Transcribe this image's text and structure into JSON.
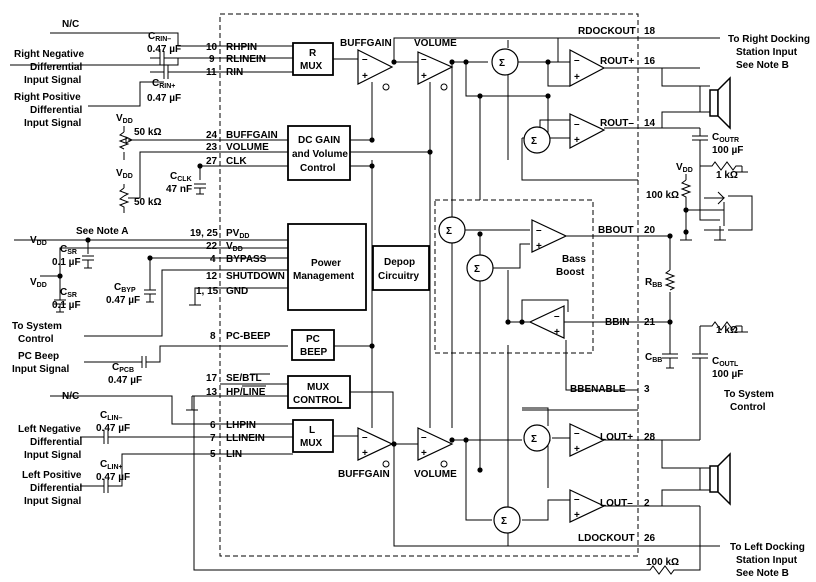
{
  "left": {
    "nc_top": "N/C",
    "crin_neg": "C",
    "crin_neg_sub": "RIN–",
    "crin_neg_val": "0.47 µF",
    "right_neg": [
      "Right Negative",
      "Differential",
      "Input Signal"
    ],
    "crin_pos": "C",
    "crin_pos_sub": "RIN+",
    "crin_pos_val": "0.47 µF",
    "right_pos": [
      "Right Positive",
      "Differential",
      "Input Signal"
    ],
    "vdd": "V",
    "vdd_sub": "DD",
    "pot1_val": "50 kΩ",
    "pot2_val": "50 kΩ",
    "cclk": "C",
    "cclk_sub": "CLK",
    "cclk_val": "47 nF",
    "see_note_a": "See Note A",
    "csr": "C",
    "csr_sub": "SR",
    "csr_val": "0.1 µF",
    "cbyp": "C",
    "cbyp_sub": "BYP",
    "cbyp_val": "0.47 µF",
    "to_system_control": [
      "To System",
      "Control"
    ],
    "pc_beep_input": [
      "PC Beep",
      "Input Signal"
    ],
    "cpcb": "C",
    "cpcb_sub": "PCB",
    "cpcb_val": "0.47 µF",
    "nc_bottom": "N/C",
    "clin_neg": "C",
    "clin_neg_sub": "LIN–",
    "clin_neg_val": "0.47 µF",
    "left_neg": [
      "Left Negative",
      "Differential",
      "Input Signal"
    ],
    "clin_pos": "C",
    "clin_pos_sub": "LIN+",
    "clin_pos_val": "0.47 µF",
    "left_pos": [
      "Left Positive",
      "Differential",
      "Input Signal"
    ]
  },
  "pins": [
    {
      "num": "10",
      "name": "RHPIN"
    },
    {
      "num": "9",
      "name": "RLINEIN"
    },
    {
      "num": "11",
      "name": "RIN"
    },
    {
      "num": "24",
      "name": "BUFFGAIN"
    },
    {
      "num": "23",
      "name": "VOLUME"
    },
    {
      "num": "27",
      "name": "CLK"
    },
    {
      "num": "19, 25",
      "name": "PV",
      "sub": "DD"
    },
    {
      "num": "22",
      "name": "V",
      "sub": "DD"
    },
    {
      "num": "4",
      "name": "BYPASS"
    },
    {
      "num": "12",
      "name": "SHUTDOWN"
    },
    {
      "num": "1, 15",
      "name": "GND"
    },
    {
      "num": "8",
      "name": "PC-BEEP"
    },
    {
      "num": "17",
      "name": "SE/BTL"
    },
    {
      "num": "13",
      "name": "HP/LINE"
    },
    {
      "num": "6",
      "name": "LHPIN"
    },
    {
      "num": "7",
      "name": "LLINEIN"
    },
    {
      "num": "5",
      "name": "LIN"
    }
  ],
  "right_pins": {
    "rdockout": "RDOCKOUT",
    "rdockout_num": "18",
    "rout_pos": "ROUT+",
    "rout_pos_num": "16",
    "rout_neg": "ROUT–",
    "rout_neg_num": "14",
    "bbout": "BBOUT",
    "bbout_num": "20",
    "bbin": "BBIN",
    "bbin_num": "21",
    "bbenable": "BBENABLE",
    "bbenable_num": "3",
    "lout_pos": "LOUT+",
    "lout_pos_num": "28",
    "lout_neg": "LOUT–",
    "lout_neg_num": "2",
    "ldockout": "LDOCKOUT",
    "ldockout_num": "26"
  },
  "blocks": {
    "r_mux": [
      "R",
      "MUX"
    ],
    "dc_gain": [
      "DC GAIN",
      "and Volume",
      "Control"
    ],
    "power": [
      "Power",
      "Management"
    ],
    "depop": [
      "Depop",
      "Circuitry"
    ],
    "pc_beep": [
      "PC",
      "BEEP"
    ],
    "mux_control": [
      "MUX",
      "CONTROL"
    ],
    "l_mux": [
      "L",
      "MUX"
    ],
    "buffgain_top": "BUFFGAIN",
    "volume_top": "VOLUME",
    "buffgain_bottom": "BUFFGAIN",
    "volume_bottom": "VOLUME",
    "bass_boost": [
      "Bass",
      "Boost"
    ],
    "sigma": "Σ"
  },
  "right": {
    "to_right_dock": [
      "To Right Docking",
      "Station Input",
      "See Note B"
    ],
    "coutr": "C",
    "coutr_sub": "OUTR",
    "coutr_val": "100 µF",
    "r_1k_top": "1 kΩ",
    "vdd": "V",
    "vdd_sub": "DD",
    "r_100k_top": "100 kΩ",
    "rbb": "R",
    "rbb_sub": "BB",
    "cbb": "C",
    "cbb_sub": "BB",
    "r_1k_bottom": "1 kΩ",
    "coutl": "C",
    "coutl_sub": "OUTL",
    "coutl_val": "100 µF",
    "to_system_control": [
      "To System",
      "Control"
    ],
    "to_left_dock": [
      "To Left Docking",
      "Station Input",
      "See Note B"
    ],
    "r_100k_bottom": "100 kΩ"
  }
}
